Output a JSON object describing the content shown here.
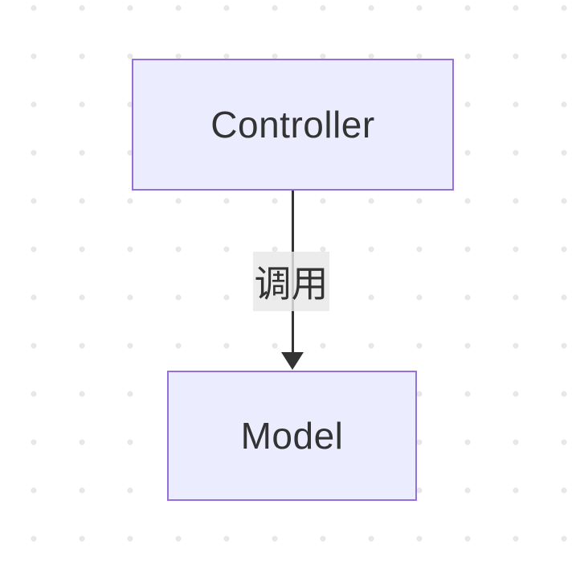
{
  "diagram": {
    "type": "flowchart",
    "direction": "top-down",
    "nodes": [
      {
        "id": "controller",
        "label": "Controller"
      },
      {
        "id": "model",
        "label": "Model"
      }
    ],
    "edges": [
      {
        "from": "controller",
        "to": "model",
        "label": "调用",
        "arrow": "down"
      }
    ],
    "colors": {
      "background": "#ffffff",
      "dot_grid": "#e8e8e8",
      "node_fill": "#ECECFF",
      "node_border": "#9370DB",
      "node_text": "#333333",
      "edge_line": "#333333",
      "edge_label_background": "#e8e8e8",
      "edge_label_text": "#333333"
    }
  }
}
